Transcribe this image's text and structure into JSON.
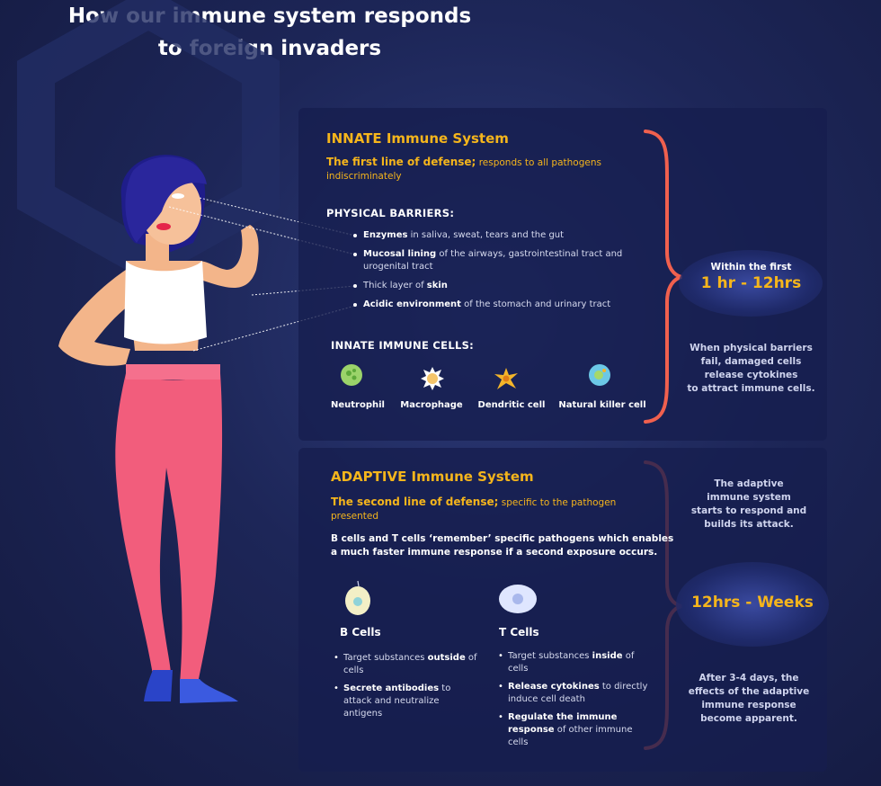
{
  "title_line1": "How our immune system responds",
  "title_line2": "to foreign invaders",
  "innate": {
    "title": "INNATE Immune System",
    "subtitle_bold": "The first line of defense;",
    "subtitle_rest": " responds to all pathogens",
    "subtitle_line2": "indiscriminately",
    "barriers_heading": "PHYSICAL BARRIERS:",
    "barriers": [
      {
        "bold": "Enzymes",
        "rest": " in saliva, sweat, tears and the gut",
        "line2": ""
      },
      {
        "bold": "Mucosal lining",
        "rest": " of the airways, gastrointestinal tract and",
        "line2": "urogenital tract"
      },
      {
        "pre": "Thick layer of ",
        "bold": "skin"
      },
      {
        "bold": "Acidic environment",
        "rest": " of the stomach and urinary tract",
        "line2": ""
      }
    ],
    "cells_heading": "INNATE IMMUNE CELLS:",
    "cells": [
      "Neutrophil",
      "Macrophage",
      "Dendritic cell",
      "Natural killer cell"
    ],
    "time_small": "Within the first",
    "time_big": "1 hr - 12hrs",
    "side_note": [
      "When physical barriers",
      "fail, damaged cells",
      "release cytokines",
      "to attract immune cells."
    ]
  },
  "adaptive": {
    "title": "ADAPTIVE Immune System",
    "subtitle_bold": "The second line of defense;",
    "subtitle_rest": " specific to the pathogen",
    "subtitle_line2": "presented",
    "memory_line1": "B cells and T cells ‘remember’ specific pathogens which enables",
    "memory_line2": "a much faster immune response if a second exposure occurs.",
    "b_title": "B Cells",
    "b_bullets": [
      {
        "pre": "Target substances ",
        "bold": "outside",
        "post": " of cells"
      },
      {
        "pre": "",
        "bold": "Secrete antibodies",
        "post": " to attack and neutralize antigens"
      }
    ],
    "t_title": "T Cells",
    "t_bullets": [
      {
        "pre": "Target substances ",
        "bold": "inside",
        "post": " of cells"
      },
      {
        "pre": "",
        "bold": "Release cytokines",
        "post": " to directly induce cell death"
      },
      {
        "pre": "",
        "bold": "Regulate the immune response",
        "post": " of other immune cells"
      }
    ],
    "side_top": [
      "The adaptive",
      "immune system",
      "starts to respond and",
      "builds its attack."
    ],
    "time_big": "12hrs - Weeks",
    "side_bottom": [
      "After 3-4 days, the",
      "effects of the adaptive",
      "immune response",
      "become apparent."
    ]
  },
  "colors": {
    "accent": "#f5b51c",
    "brace": "#f0604e",
    "background": "#1d2658"
  }
}
